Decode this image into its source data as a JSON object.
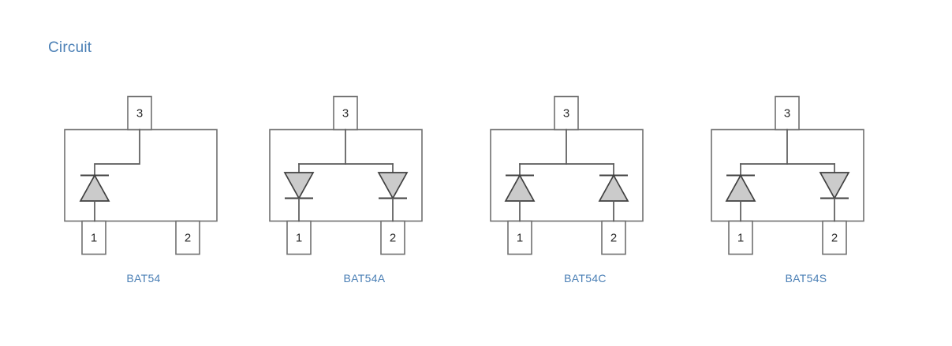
{
  "page": {
    "title": "Circuit",
    "background_color": "#ffffff",
    "accent_color": "#4a7fb5",
    "line_color": "#6f6f6f",
    "diode_fill_color": "#cbcbcb",
    "diode_stroke_color": "#404040"
  },
  "diagrams": [
    {
      "label": "BAT54",
      "name": "circuit-bat54",
      "configuration": "single diode",
      "package": "SOT-23",
      "pins": [
        {
          "number": "1",
          "position": "bottom-left"
        },
        {
          "number": "2",
          "position": "bottom-right"
        },
        {
          "number": "3",
          "position": "top-center"
        }
      ],
      "diodes": [
        {
          "id": "D1",
          "orientation": "up",
          "anode": "1",
          "cathode": "3"
        }
      ],
      "unconnected_pins": [
        "2"
      ]
    },
    {
      "label": "BAT54A",
      "name": "circuit-bat54a",
      "configuration": "common anode",
      "package": "SOT-23",
      "pins": [
        {
          "number": "1",
          "position": "bottom-left"
        },
        {
          "number": "2",
          "position": "bottom-right"
        },
        {
          "number": "3",
          "position": "top-center"
        }
      ],
      "diodes": [
        {
          "id": "D1",
          "orientation": "down",
          "anode": "3",
          "cathode": "1"
        },
        {
          "id": "D2",
          "orientation": "down",
          "anode": "3",
          "cathode": "2"
        }
      ],
      "unconnected_pins": []
    },
    {
      "label": "BAT54C",
      "name": "circuit-bat54c",
      "configuration": "common cathode",
      "package": "SOT-23",
      "pins": [
        {
          "number": "1",
          "position": "bottom-left"
        },
        {
          "number": "2",
          "position": "bottom-right"
        },
        {
          "number": "3",
          "position": "top-center"
        }
      ],
      "diodes": [
        {
          "id": "D1",
          "orientation": "up",
          "anode": "1",
          "cathode": "3"
        },
        {
          "id": "D2",
          "orientation": "up",
          "anode": "2",
          "cathode": "3"
        }
      ],
      "unconnected_pins": []
    },
    {
      "label": "BAT54S",
      "name": "circuit-bat54s",
      "configuration": "series",
      "package": "SOT-23",
      "pins": [
        {
          "number": "1",
          "position": "bottom-left"
        },
        {
          "number": "2",
          "position": "bottom-right"
        },
        {
          "number": "3",
          "position": "top-center"
        }
      ],
      "diodes": [
        {
          "id": "D1",
          "orientation": "up",
          "anode": "1",
          "cathode": "3"
        },
        {
          "id": "D2",
          "orientation": "down",
          "anode": "3",
          "cathode": "2"
        }
      ],
      "unconnected_pins": []
    }
  ]
}
